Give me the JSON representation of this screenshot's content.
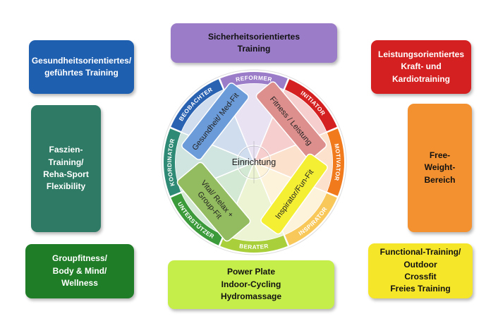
{
  "outer_boxes": [
    {
      "id": "sicherheit",
      "lines": [
        "Sicherheitsorientiertes",
        "Training"
      ],
      "color": "#9b7cc8",
      "text": "dark"
    },
    {
      "id": "gesundheit",
      "lines": [
        "Gesundheitsorientiertes/",
        "geführtes Training"
      ],
      "color": "#1f5fb0",
      "text": "white"
    },
    {
      "id": "leistung",
      "lines": [
        "Leistungsorientiertes",
        "Kraft- und",
        "Kardiotraining"
      ],
      "color": "#d42020",
      "text": "white"
    },
    {
      "id": "faszien",
      "lines": [
        "Faszien-",
        "Training/",
        "Reha-Sport",
        "Flexibility"
      ],
      "color": "#2e7a64",
      "text": "white"
    },
    {
      "id": "freeweight",
      "lines": [
        "Free-",
        "Weight-",
        "Bereich"
      ],
      "color": "#f39130",
      "text": "dark"
    },
    {
      "id": "groupfitness",
      "lines": [
        "Groupfitness/",
        "Body & Mind/",
        "Wellness"
      ],
      "color": "#1e7d26",
      "text": "white"
    },
    {
      "id": "powerplate",
      "lines": [
        "Power Plate",
        "Indoor-Cycling",
        "Hydromassage"
      ],
      "color": "#c6ee4a",
      "text": "dark"
    },
    {
      "id": "functional",
      "lines": [
        "Functional-Training/",
        "Outdoor",
        "Crossfit",
        "Freies Training"
      ],
      "color": "#f6e62a",
      "text": "dark"
    }
  ],
  "wheel": {
    "center_label": "Einrichtung",
    "ring_segments": [
      {
        "label": "REFORMER",
        "color": "#9b7cc8"
      },
      {
        "label": "INITIATOR",
        "color": "#d42020"
      },
      {
        "label": "MOTIVATOR",
        "color": "#f07a1c"
      },
      {
        "label": "INSPIRATOR",
        "color": "#f8c85a"
      },
      {
        "label": "BERATER",
        "color": "#a9cf3a"
      },
      {
        "label": "UNTERSTÜTZER",
        "color": "#3b9a3a"
      },
      {
        "label": "KOORDINATOR",
        "color": "#2e8a74"
      },
      {
        "label": "BEOBACHTER",
        "color": "#2a62b2"
      }
    ],
    "inner_boxes": [
      {
        "id": "med",
        "label": "Gesundheit/ Med-Fit",
        "color": "#6b9bd8"
      },
      {
        "id": "fitness",
        "label": "Fitness / Leistung",
        "color": "#dc8f8d"
      },
      {
        "id": "vital",
        "lines": [
          "Vital/ Relax +",
          "Group-Fit"
        ],
        "color": "#93bb5f"
      },
      {
        "id": "inspirator",
        "label": "Inspirator/Fun-Fit",
        "color": "#f4ef33"
      }
    ]
  }
}
